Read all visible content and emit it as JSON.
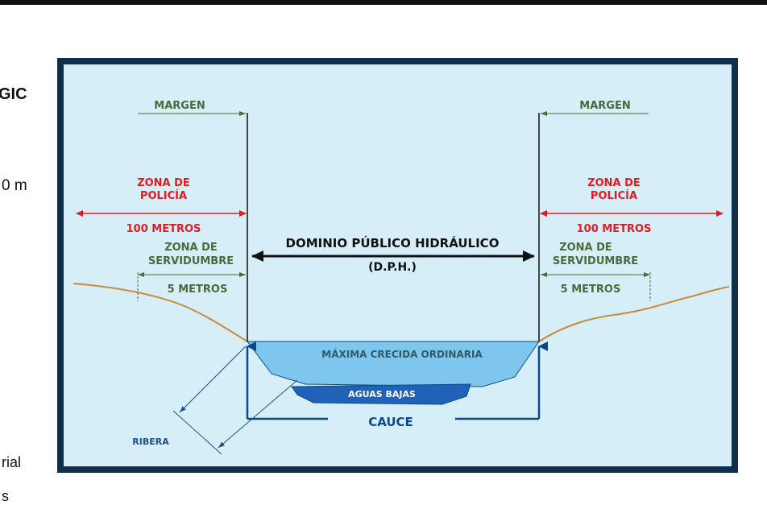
{
  "page": {
    "side_text": [
      "GIC",
      "0 m",
      "rial",
      "s"
    ]
  },
  "diagram": {
    "colors": {
      "background": "#d6eef7",
      "frame": "#0f2e4e",
      "policia": "#e21b23",
      "margen": "#4a6a3a",
      "black": "#111111",
      "cauce": "#0b4a8a",
      "crecida": "#7ec6ec",
      "aguas_bajas": "#1f62b8",
      "terrain": "#c98a3a"
    },
    "margen_left": "MARGEN",
    "margen_right": "MARGEN",
    "policia_left": [
      "ZONA DE",
      "POLICÍA"
    ],
    "policia_right": [
      "ZONA DE",
      "POLICÍA"
    ],
    "policia_width_left": "100 METROS",
    "policia_width_right": "100 METROS",
    "servidumbre_left": [
      "ZONA DE",
      "SERVIDUMBRE"
    ],
    "servidumbre_right": [
      "ZONA DE",
      "SERVIDUMBRE"
    ],
    "servidumbre_width_left": "5 METROS",
    "servidumbre_width_right": "5 METROS",
    "dph_title": "DOMINIO PÚBLICO HIDRÁULICO",
    "dph_abbr": "(D.P.H.)",
    "maxima_crecida": "MÁXIMA CRECIDA ORDINARIA",
    "aguas_bajas": "AGUAS BAJAS",
    "cauce": "CAUCE",
    "ribera": "RIBERA"
  }
}
